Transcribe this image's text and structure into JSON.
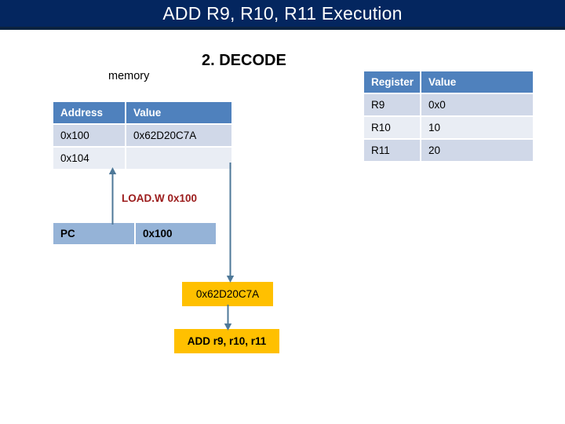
{
  "slide": {
    "title": "ADD R9, R10, R11 Execution",
    "stage_heading": "2. DECODE",
    "memory_label": "memory",
    "load_instruction": "LOAD.W 0x100"
  },
  "memory_table": {
    "name": "memory",
    "columns": [
      "Address",
      "Value"
    ],
    "rows": [
      [
        "0x100",
        "0x62D20C7A"
      ],
      [
        "0x104",
        ""
      ]
    ]
  },
  "register_table": {
    "name": "registers",
    "columns": [
      "Register",
      "Value"
    ],
    "rows": [
      [
        "R9",
        "0x0"
      ],
      [
        "R10",
        "10"
      ],
      [
        "R11",
        "20"
      ]
    ]
  },
  "pc_row": {
    "label": "PC",
    "value": "0x100"
  },
  "pipeline_boxes": {
    "encoded_word": "0x62D20C7A",
    "decoded_instruction": "ADD r9, r10, r11"
  },
  "colors": {
    "title_bar": "#04265F",
    "title_bar_border": "#0C2340",
    "table_header": "#4F81BD",
    "table_row_dark": "#D0D8E8",
    "table_row_light": "#E9EDF4",
    "pc_row": "#95B3D7",
    "gold_box": "#FFC000",
    "instruction_text": "#9B1B1B",
    "connector": "#4E7898"
  },
  "icons": {
    "arrow_up": "arrow-up-icon",
    "arrow_down": "arrow-down-icon"
  }
}
